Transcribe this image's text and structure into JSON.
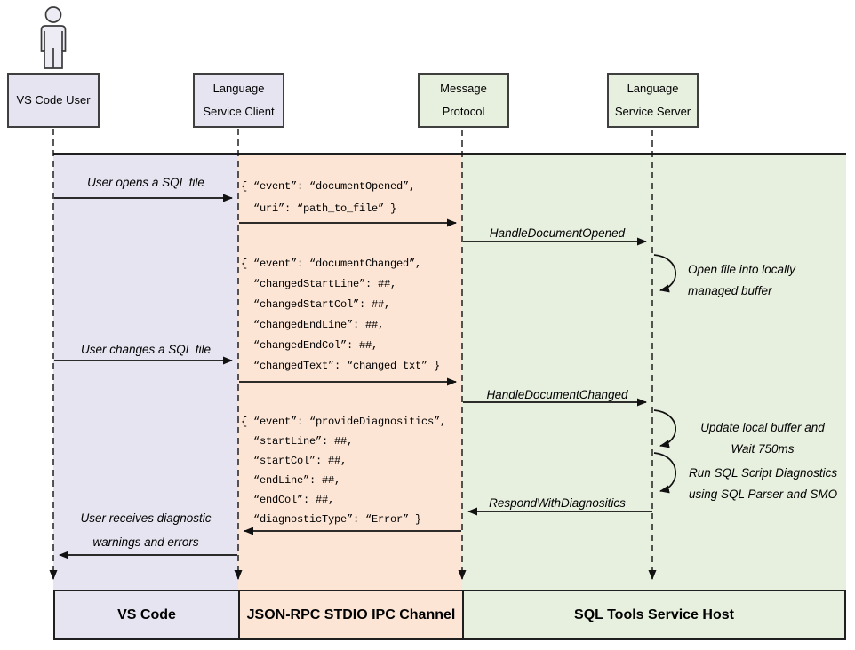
{
  "colors": {
    "vscode_lane": "#e6e4f0",
    "ipc_lane": "#fce5d5",
    "host_lane": "#e7efde",
    "box_border": "#3f3f3f",
    "line": "#111111"
  },
  "actors": {
    "user": {
      "lines": [
        "VS Code User"
      ]
    },
    "client": {
      "lines": [
        "Language",
        "Service Client"
      ]
    },
    "protocol": {
      "lines": [
        "Message",
        "Protocol"
      ]
    },
    "server": {
      "lines": [
        "Language",
        "Service Server"
      ]
    }
  },
  "lanes": {
    "vscode": {
      "label": "VS Code"
    },
    "ipc": {
      "label": "JSON-RPC STDIO IPC Channel"
    },
    "host": {
      "label": "SQL Tools Service Host"
    }
  },
  "messages": {
    "open_file": {
      "label": "User opens a SQL file"
    },
    "change_file": {
      "label": "User changes a SQL file"
    },
    "handle_document_opened": {
      "label": "HandleDocumentOpened"
    },
    "handle_document_changed": {
      "label": "HandleDocumentChanged"
    },
    "respond_with_diagnostics": {
      "label": "RespondWithDiagnositics"
    },
    "receive_diagnostics": {
      "text": "User receives diagnostic\nwarnings and errors"
    },
    "note_open_buffer": {
      "text": "Open file into locally\nmanaged buffer"
    },
    "note_update_buffer": {
      "text": "Update local buffer and\nWait 750ms"
    },
    "note_run_diagnostics": {
      "text": "Run SQL Script Diagnostics\nusing SQL Parser and SMO"
    },
    "document_opened_json": {
      "lines": [
        "{ “event”: “documentOpened”,",
        "  “uri”: “path_to_file” }"
      ]
    },
    "document_changed_json": {
      "lines": [
        "{ “event”: “documentChanged”,",
        "  “changedStartLine”: ##,",
        "  “changedStartCol”: ##,",
        "  “changedEndLine”: ##,",
        "  “changedEndCol”: ##,",
        "  “changedText”: “changed txt” }"
      ]
    },
    "provide_diagnostics_json": {
      "lines": [
        "{ “event”: “provideDiagnositics”,",
        "  “startLine”: ##,",
        "  “startCol”: ##,",
        "  “endLine”: ##,",
        "  “endCol”: ##,",
        "  “diagnosticType”: “Error” }"
      ]
    }
  }
}
